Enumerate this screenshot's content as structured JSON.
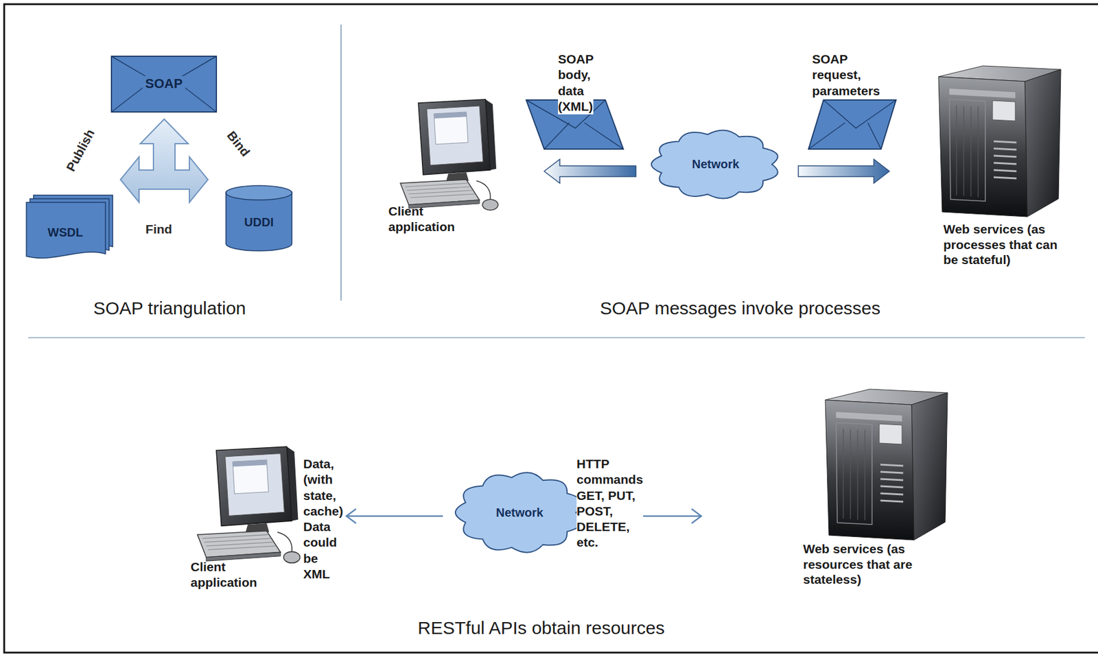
{
  "diagram": {
    "nodes": [
      {
        "text": [
          "SOAP"
        ]
      },
      {
        "text": [
          "WSDL"
        ]
      },
      {
        "text": [
          "UDDI"
        ]
      },
      {
        "text": [
          "Client application"
        ]
      },
      {
        "text": [
          "Network"
        ]
      },
      {
        "text": [
          "Web services (as processes that can be stateful)"
        ]
      },
      {
        "text": [
          "Client application"
        ]
      },
      {
        "text": [
          "Network"
        ]
      },
      {
        "text": [
          "Web services (as resources that are stateless)"
        ]
      }
    ],
    "edges": [
      {
        "from": 4,
        "to": 3,
        "arrow": "to",
        "label": "SOAP body, data (XML)"
      },
      {
        "from": 4,
        "to": 5,
        "arrow": "to",
        "label": "SOAP request, parameters"
      },
      {
        "from": 7,
        "to": 6,
        "arrow": "to",
        "label": "Data, (with state, cache) Data could be XML"
      },
      {
        "from": 7,
        "to": 8,
        "arrow": "to",
        "label": "HTTP commands GET, PUT, POST, DELETE, etc."
      }
    ],
    "labels": [
      "Publish",
      "Find",
      "Bind",
      "SOAP triangulation",
      "SOAP messages invoke processes",
      "RESTful APIs obtain resources"
    ]
  }
}
